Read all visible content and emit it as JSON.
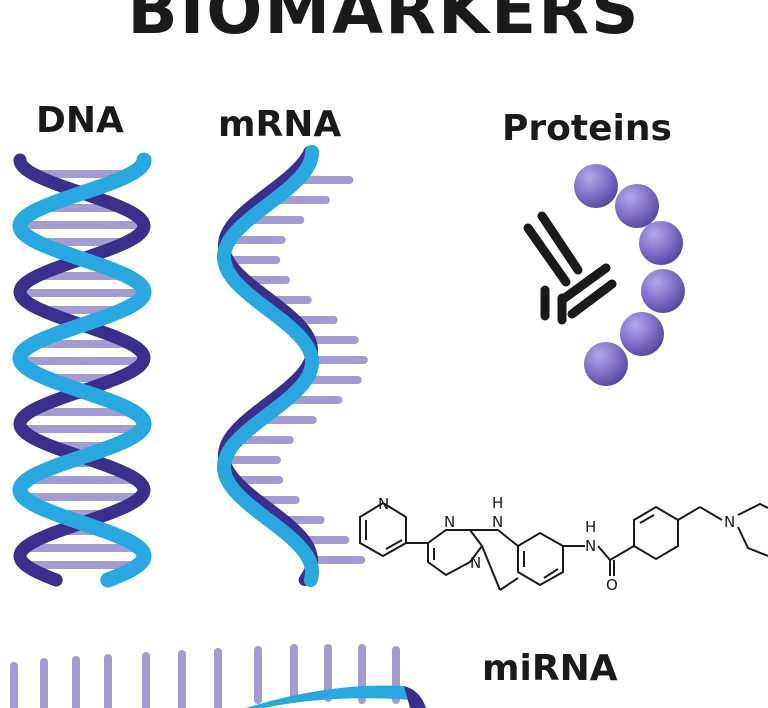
{
  "title": "BIOMARKERS",
  "labels": {
    "dna": "DNA",
    "mrna": "mRNA",
    "proteins": "Proteins",
    "mirna": "miRNA"
  },
  "molecule_atoms": {
    "n_pyridine": "N",
    "n1": "N",
    "nh1": "N",
    "h1": "H",
    "n2": "N",
    "nh2": "N",
    "h2": "H",
    "o": "O",
    "n_pip": "N"
  },
  "colors": {
    "strand_light": "#28a8e0",
    "strand_dark": "#3a2f8c",
    "rung": "#a39bd2",
    "bead": "#7c6cc6",
    "antibody": "#1a1a1a",
    "text": "#1a1a1a"
  },
  "icons": {
    "dna": "double-helix-icon",
    "mrna": "single-strand-icon",
    "antibody": "antibody-icon",
    "protein_chain": "protein-bead-chain-icon",
    "molecule": "chemical-structure-icon",
    "mirna": "mirna-hairpin-icon"
  }
}
